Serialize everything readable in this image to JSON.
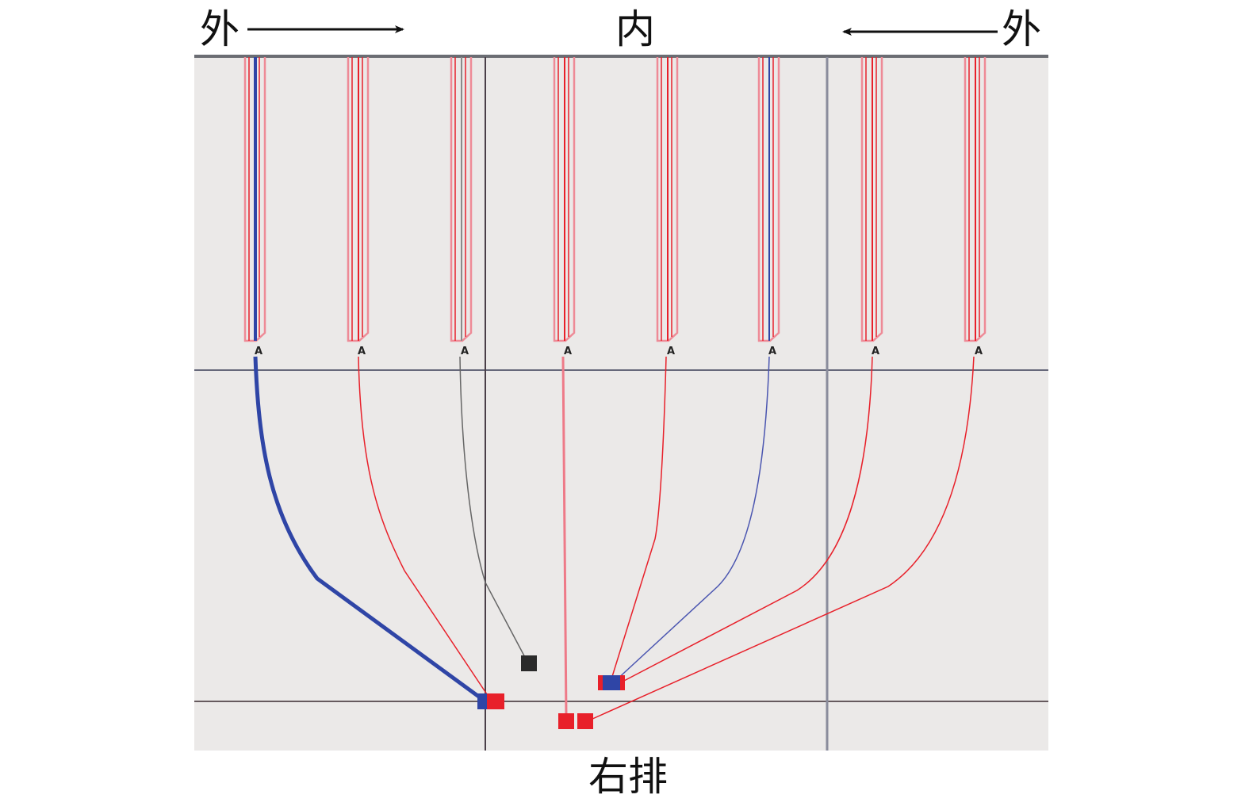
{
  "header": {
    "left_label": "外",
    "center_label": "内",
    "right_label": "外"
  },
  "footer": {
    "caption": "右排"
  },
  "tine_marker": "A",
  "colors": {
    "panel": "#ebe9e8",
    "red": "#e8202a",
    "blue": "#2f45a6",
    "gray": "#8a8a8a",
    "black": "#222222"
  }
}
